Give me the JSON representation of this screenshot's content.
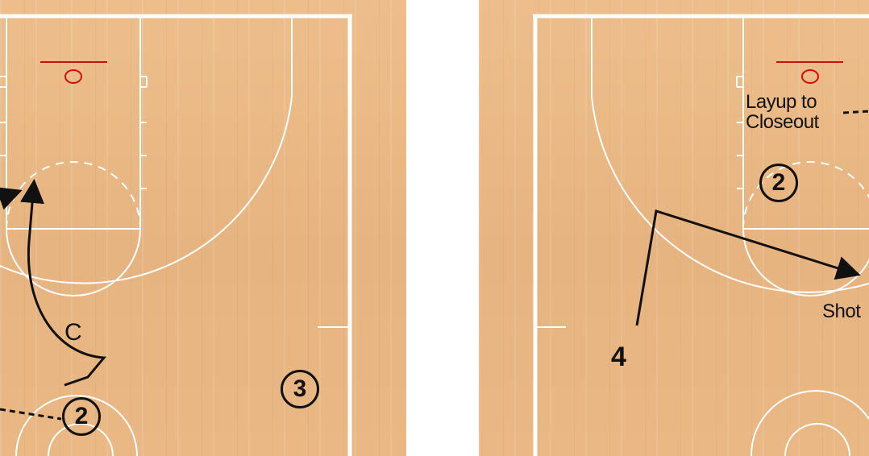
{
  "left_court": {
    "player_1": "2",
    "player_2": "3",
    "cut_label": "C"
  },
  "right_court": {
    "player_1": "2",
    "number_label": "4",
    "note_line1": "Layup to",
    "note_line2": "Closeout",
    "shot_label": "Shot"
  },
  "colors": {
    "court_wood": "#e9b985",
    "court_lines": "#ffffff",
    "rim": "#cc1111",
    "ink": "#111111"
  }
}
